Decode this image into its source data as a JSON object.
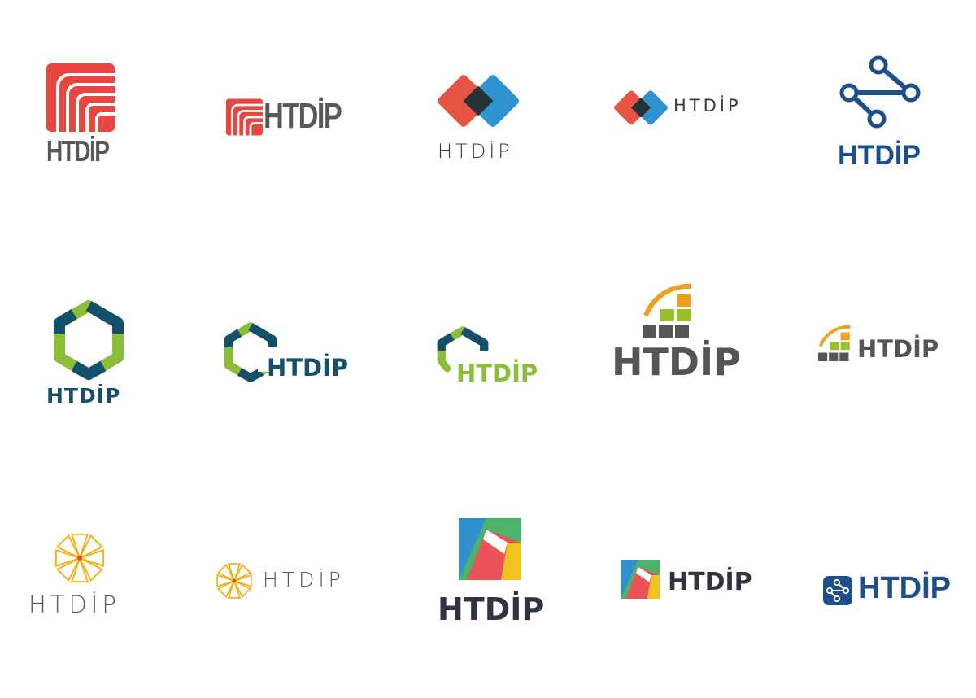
{
  "logos": [
    {
      "id": "logo-1",
      "wordmark": "HTDİP",
      "style": "red stripes stacked"
    },
    {
      "id": "logo-2",
      "wordmark": "HTDİP",
      "style": "red stripes inline"
    },
    {
      "id": "logo-3",
      "wordmark": "HTDİP",
      "style": "overlapping diamonds stacked"
    },
    {
      "id": "logo-4",
      "wordmark": "HTDİP",
      "style": "overlapping diamonds inline"
    },
    {
      "id": "logo-5",
      "wordmark": "HTDİP",
      "style": "share network stacked"
    },
    {
      "id": "logo-6",
      "wordmark": "HTDİP",
      "style": "hexagon puzzle stacked"
    },
    {
      "id": "logo-7",
      "wordmark": "HTDİP",
      "style": "hexagon puzzle inline"
    },
    {
      "id": "logo-8",
      "wordmark": "HTDİP",
      "style": "half hexagon inline"
    },
    {
      "id": "logo-9",
      "wordmark": "HTDİP",
      "style": "blocks with arc stacked"
    },
    {
      "id": "logo-10",
      "wordmark": "HTDİP",
      "style": "blocks with arc inline"
    },
    {
      "id": "logo-11",
      "wordmark": "HTDİP",
      "style": "flower stacked"
    },
    {
      "id": "logo-12",
      "wordmark": "HTDİP",
      "style": "flower inline"
    },
    {
      "id": "logo-13",
      "wordmark": "HTDİP",
      "style": "colored square stacked"
    },
    {
      "id": "logo-14",
      "wordmark": "HTDİP",
      "style": "colored square inline"
    },
    {
      "id": "logo-15",
      "wordmark": "HTDİP",
      "style": "share badge inline"
    }
  ],
  "colors": {
    "red": "#e8473f",
    "gray": "#585858",
    "diamond_red": "#e85444",
    "diamond_blue": "#2f93cf",
    "diamond_dark": "#263238",
    "navy": "#1e4f8c",
    "teal": "#14506a",
    "green": "#8bbd3a",
    "orange": "#f0a020",
    "lime": "#9bbf2a",
    "block_gray": "#555555",
    "flower_gold": "#f3b21a",
    "flower_red": "#e2473a",
    "sq_green": "#4db26b",
    "sq_blue": "#2f8fcf",
    "sq_red": "#ec5358",
    "sq_yellow": "#f1c21f",
    "dark_text": "#2f3440"
  }
}
